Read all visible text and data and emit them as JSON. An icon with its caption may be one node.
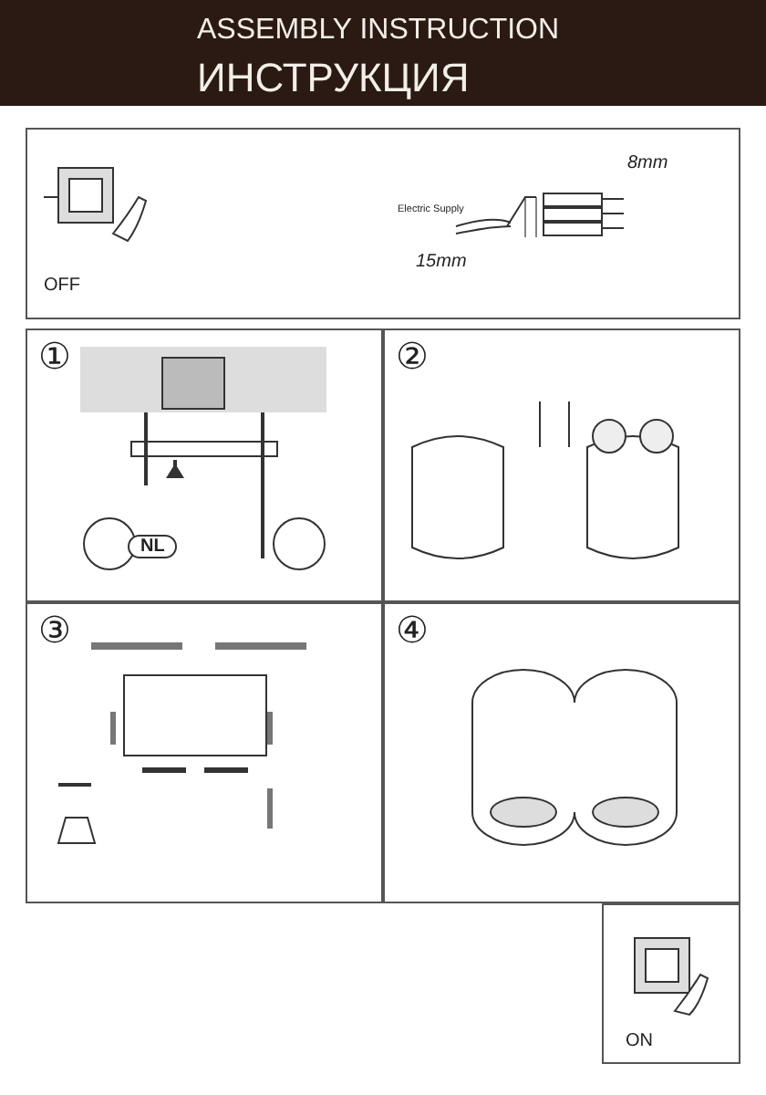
{
  "diagram": {
    "nodes": [
      {
        "text": [
          "ASSEMBLY INSTRUCTION",
          "ИНСТРУКЦИЯ"
        ]
      },
      {
        "text": [],
        "shape": "box"
      },
      {
        "text": [
          "①"
        ]
      },
      {
        "text": [
          "②"
        ]
      },
      {
        "text": [
          "③"
        ]
      },
      {
        "text": [
          "④"
        ]
      },
      {
        "text": [],
        "shape": "box"
      }
    ],
    "labels": [
      "OFF",
      "Electric Supply",
      "8mm",
      "15mm",
      "NL",
      "ON"
    ]
  }
}
